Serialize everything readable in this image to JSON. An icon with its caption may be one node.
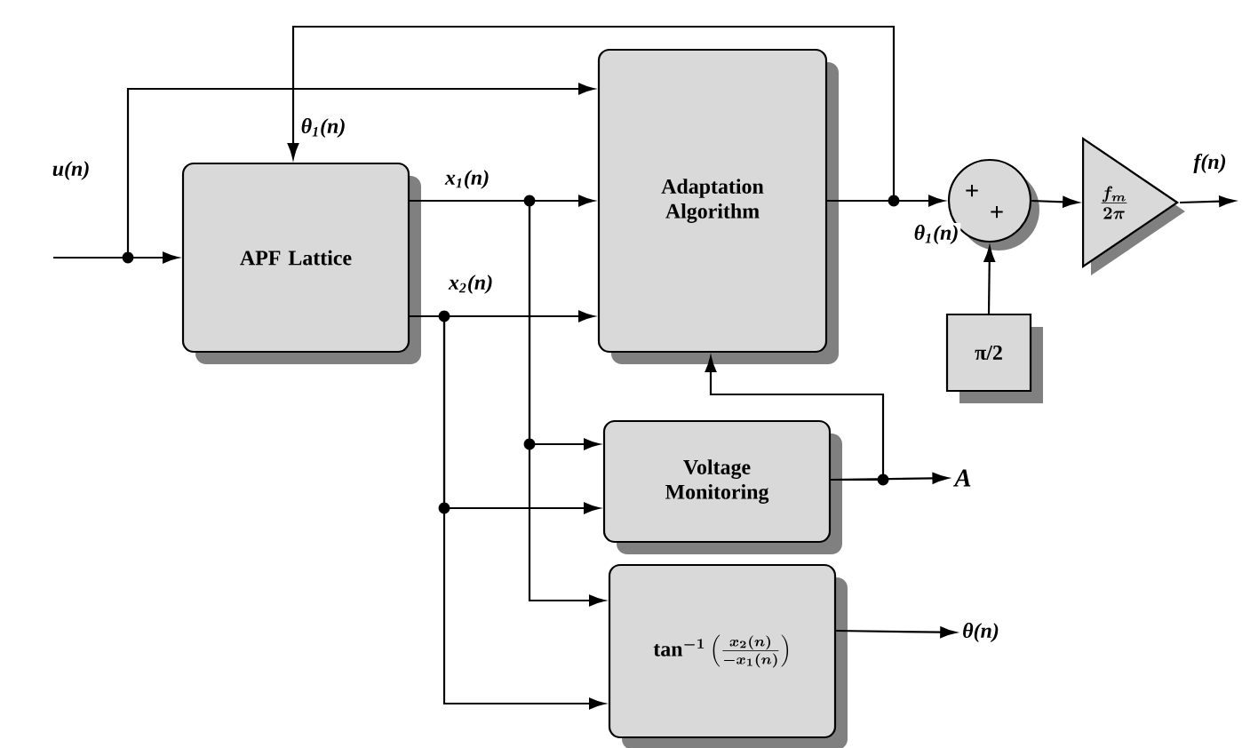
{
  "diagram": {
    "nodes": [
      {
        "text": [
          "APF Lattice"
        ]
      },
      {
        "text": [
          "Adaptation Algorithm"
        ]
      },
      {
        "text": [
          "Voltage Monitoring"
        ]
      },
      {
        "text": [
          "\\tan^{-1}\\left(\\frac{x_{2}(n)}{-x_{1}(n)}\\right)"
        ]
      },
      {
        "text": [
          "+",
          "+"
        ]
      },
      {
        "text": [
          "π/2"
        ]
      },
      {
        "text": [
          "\\frac{f_m}{2\\pi}"
        ]
      },
      {
        "text": [
          "A"
        ]
      },
      {
        "text": [
          "θ(n)"
        ]
      }
    ],
    "edges": [
      {
        "from": null,
        "to": 0,
        "arrow": "to",
        "label": "u(n)"
      },
      {
        "from": null,
        "to": 1,
        "arrow": "to"
      },
      {
        "from": 0,
        "to": 1,
        "arrow": "to",
        "label": "x$_{1}$(n)"
      },
      {
        "from": 0,
        "to": 1,
        "arrow": "to",
        "label": "x$_{2}$(n)"
      },
      {
        "from": 0,
        "to": 2,
        "arrow": "to"
      },
      {
        "from": 0,
        "to": 3,
        "arrow": "to"
      },
      {
        "from": 0,
        "to": 2,
        "arrow": "to"
      },
      {
        "from": 0,
        "to": 3,
        "arrow": "to"
      },
      {
        "from": 1,
        "to": 4,
        "arrow": "to",
        "label": "θ$_{1}$(n)"
      },
      {
        "from": 1,
        "to": 0,
        "arrow": "to",
        "label": "θ$_{1}$(n)"
      },
      {
        "from": 5,
        "to": 4,
        "arrow": "to"
      },
      {
        "from": 4,
        "to": 6,
        "arrow": "to"
      },
      {
        "from": 6,
        "to": null,
        "arrow": "to",
        "label": "f(n)"
      },
      {
        "from": 2,
        "to": 7,
        "arrow": "to"
      },
      {
        "from": 2,
        "to": 1,
        "arrow": "to"
      },
      {
        "from": 3,
        "to": 8,
        "arrow": "to"
      }
    ]
  }
}
